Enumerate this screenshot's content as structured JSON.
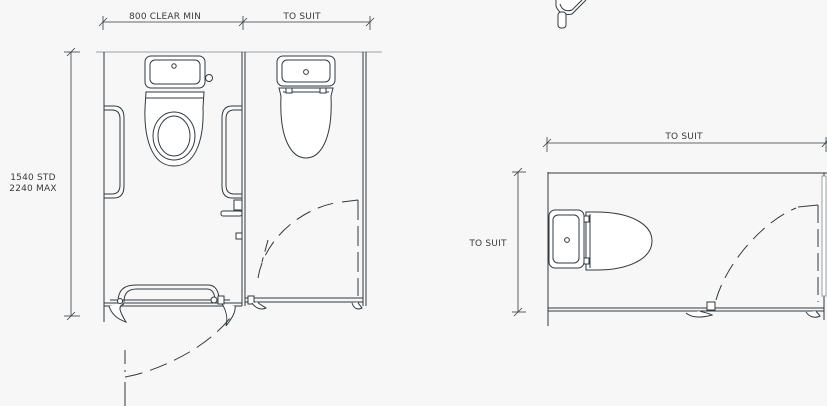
{
  "dimensions": {
    "clear_width": "800 CLEAR MIN",
    "cubicle_width": "TO SUIT",
    "depth_std": "1540 STD",
    "depth_max": "2240 MAX",
    "right_width": "TO SUIT",
    "right_depth": "TO SUIT"
  },
  "colors": {
    "line": "#2f3a40",
    "fill": "#ffffff",
    "wall": "#9aa0a4"
  }
}
